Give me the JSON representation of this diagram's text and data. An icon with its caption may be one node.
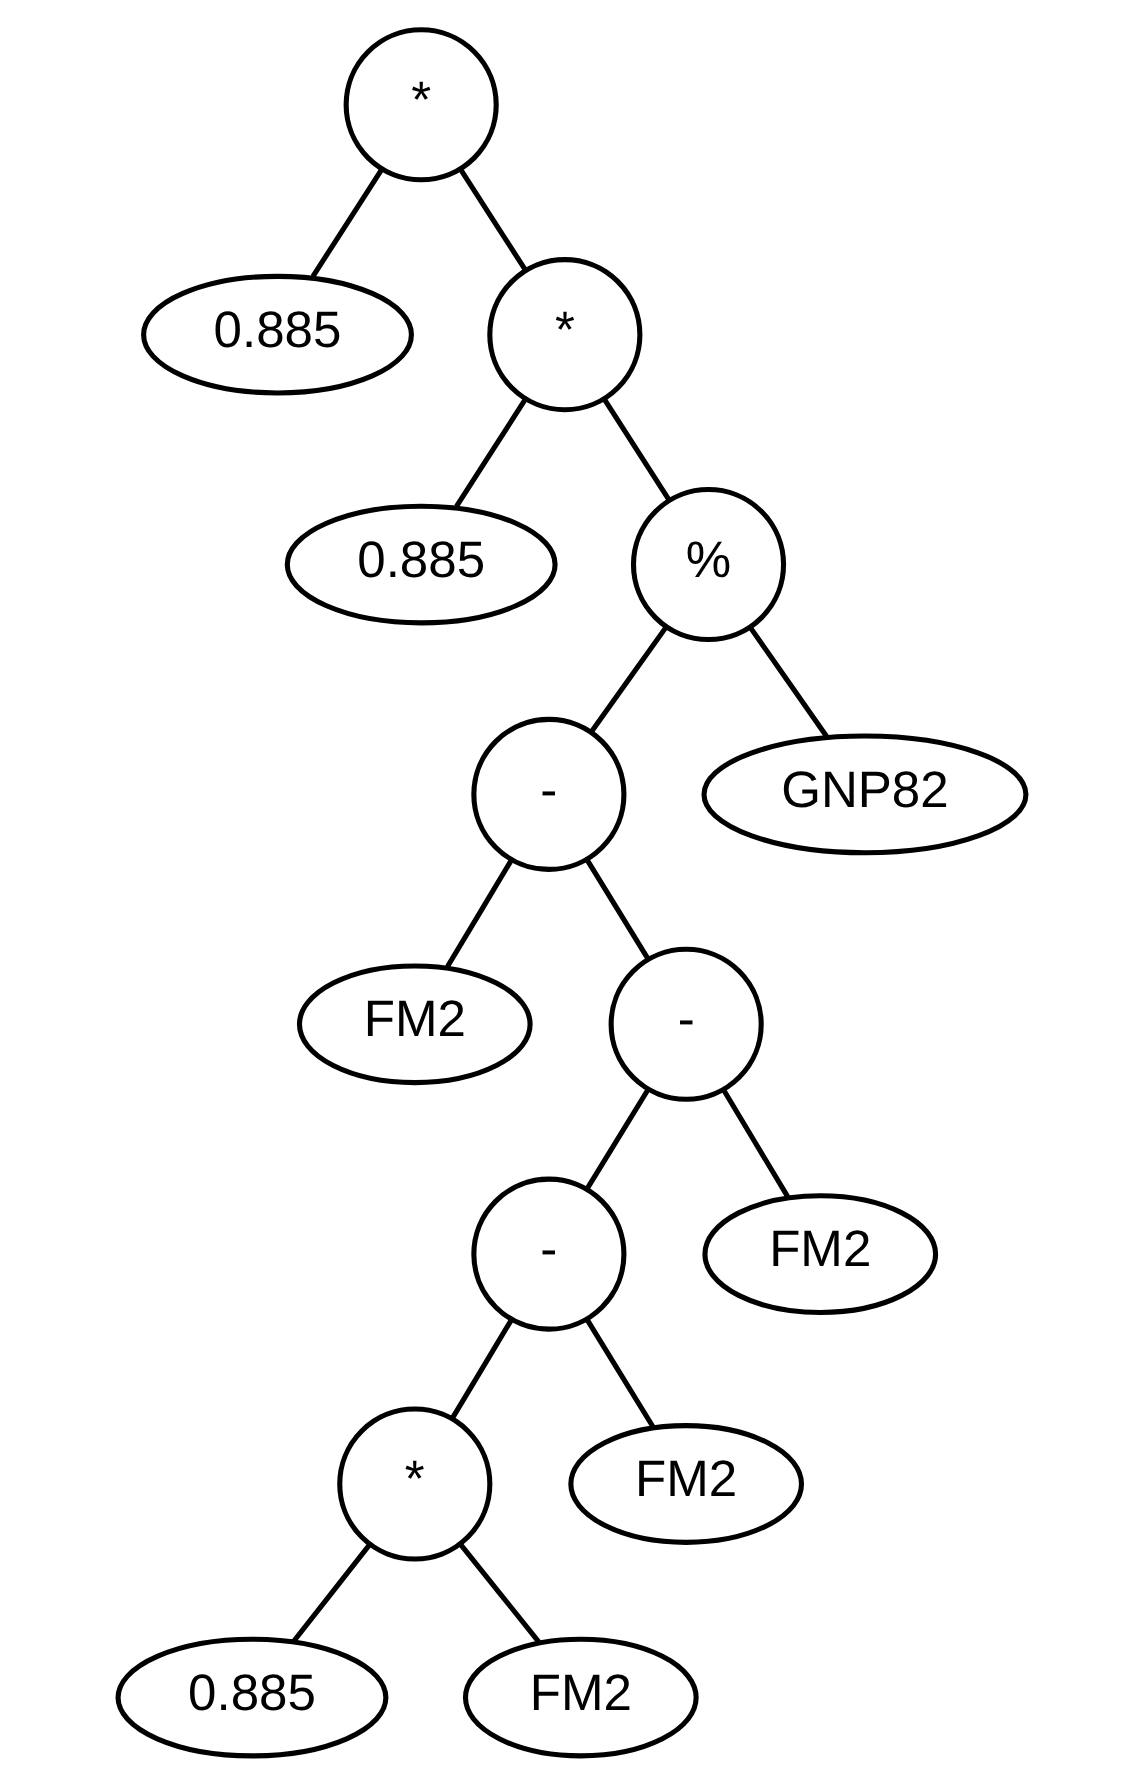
{
  "diagram": {
    "nodes": [
      {
        "text": [
          "*"
        ]
      },
      {
        "text": [
          "0.885"
        ]
      },
      {
        "text": [
          "*"
        ]
      },
      {
        "text": [
          "0.885"
        ]
      },
      {
        "text": [
          "%"
        ]
      },
      {
        "text": [
          "GNP82"
        ]
      },
      {
        "text": [
          "-"
        ]
      },
      {
        "text": [
          "FM2"
        ]
      },
      {
        "text": [
          "-"
        ]
      },
      {
        "text": [
          "FM2"
        ]
      },
      {
        "text": [
          "-"
        ]
      },
      {
        "text": [
          "FM2"
        ]
      },
      {
        "text": [
          "*"
        ]
      },
      {
        "text": [
          "0.885"
        ]
      },
      {
        "text": [
          "FM2"
        ]
      }
    ],
    "edges": [
      {
        "from": 0,
        "to": 1,
        "arrow": "none"
      },
      {
        "from": 0,
        "to": 2,
        "arrow": "none"
      },
      {
        "from": 2,
        "to": 3,
        "arrow": "none"
      },
      {
        "from": 2,
        "to": 4,
        "arrow": "none"
      },
      {
        "from": 4,
        "to": 6,
        "arrow": "none"
      },
      {
        "from": 4,
        "to": 5,
        "arrow": "none"
      },
      {
        "from": 6,
        "to": 7,
        "arrow": "none"
      },
      {
        "from": 6,
        "to": 8,
        "arrow": "none"
      },
      {
        "from": 8,
        "to": 10,
        "arrow": "none"
      },
      {
        "from": 8,
        "to": 9,
        "arrow": "none"
      },
      {
        "from": 10,
        "to": 12,
        "arrow": "none"
      },
      {
        "from": 10,
        "to": 11,
        "arrow": "none"
      },
      {
        "from": 12,
        "to": 13,
        "arrow": "none"
      },
      {
        "from": 12,
        "to": 14,
        "arrow": "none"
      }
    ]
  }
}
